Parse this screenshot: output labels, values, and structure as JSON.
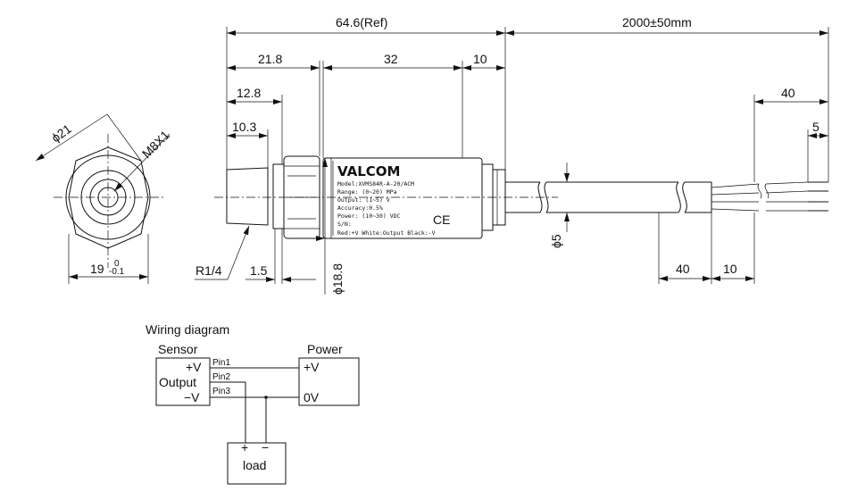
{
  "dimensions": {
    "overall": "64.6(Ref)",
    "cable": "2000±50mm",
    "d21_8": "21.8",
    "d32": "32",
    "d10_top": "10",
    "d12_8": "12.8",
    "d10_3": "10.3",
    "d40_top": "40",
    "d5": "5",
    "d1_5": "1.5",
    "d18_8": "ϕ18.8",
    "d5_dia": "ϕ5",
    "d40_bottom": "40",
    "d10_bottom": "10",
    "thread": "R1/4",
    "hex_dia": "ϕ21",
    "thread_m8": "M8X1",
    "hex_width": "19",
    "hex_tol_upper": "0",
    "hex_tol_lower": "-0.1"
  },
  "label": {
    "brand": "VALCOM",
    "lines": [
      "Model:XVMS84R-A-20/ACM",
      "Range: (0~20) MPa",
      "Output: (1~5) V",
      "Accuracy:0.5%",
      "Power: (10~30) VDC",
      "S/N:",
      "Red:+V White:Output Black:-V"
    ],
    "ce": "CE"
  },
  "wiring": {
    "title": "Wiring diagram",
    "sensor_title": "Sensor",
    "power_title": "Power",
    "sensor_plus": "+V",
    "sensor_output": "Output",
    "sensor_minus": "−V",
    "pin1": "Pin1",
    "pin2": "Pin2",
    "pin3": "Pin3",
    "power_plus": "+V",
    "power_zero": "0V",
    "load_plus": "+",
    "load_minus": "−",
    "load": "load"
  }
}
